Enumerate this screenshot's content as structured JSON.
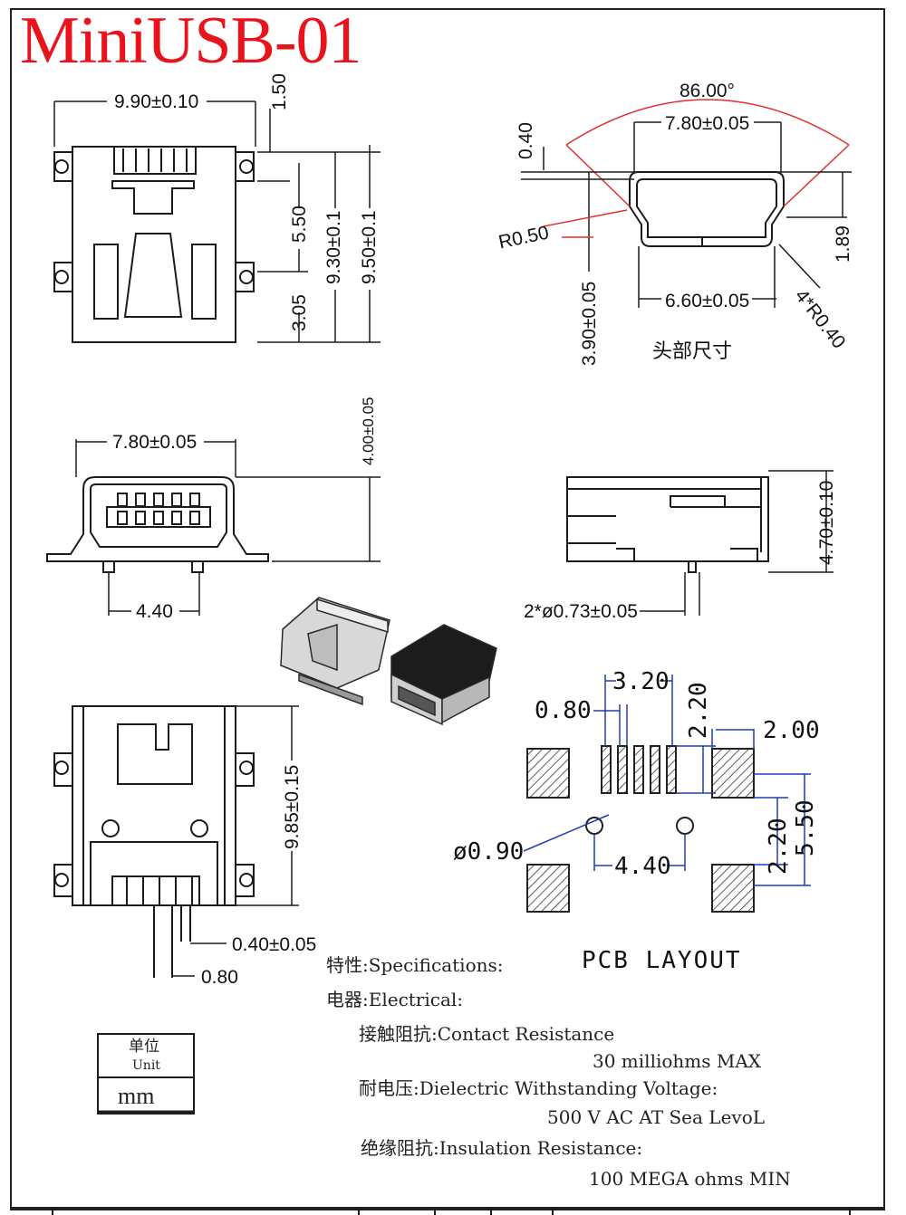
{
  "title": "MiniUSB-01",
  "colors": {
    "title": "#e8131b",
    "dim_line": "#1c1c1c",
    "angle_arc": "#e23030",
    "hatch": "#333333"
  },
  "top_view": {
    "width": "9.90±0.10",
    "tab": "1.50",
    "d1": "5.50",
    "d2": "9.30±0.1",
    "d3": "9.50±0.1",
    "d4": "3.05"
  },
  "head_dims": {
    "angle": "86.00°",
    "top_width": "7.80±0.05",
    "shell": "0.40",
    "radius": "R0.50",
    "height": "1.89",
    "bottom_width": "6.60±0.05",
    "corner_radius": "4*R0.40",
    "depth": "3.90±0.05",
    "caption": "头部尺寸"
  },
  "front_view": {
    "width": "7.80±0.05",
    "height": "4.00±0.05",
    "pin_span": "4.40"
  },
  "side_view": {
    "height": "4.70±0.10",
    "post": "2*ø0.73±0.05"
  },
  "bottom_view": {
    "length": "9.85±0.15",
    "pin_width": "0.40±0.05",
    "pitch": "0.80"
  },
  "pcb": {
    "pitch": "0.80",
    "span": "3.20",
    "pad_len": "2.20",
    "side_pad": "2.00",
    "hole": "ø0.90",
    "hole_span": "4.40",
    "gap": "2.20",
    "total": "5.50",
    "caption": "PCB LAYOUT"
  },
  "specs": {
    "heading": "特性:Specifications:",
    "electrical": "电器:Electrical:",
    "contact_label": "接触阻抗:Contact Resistance",
    "contact_value": "30 milliohms MAX",
    "dielectric_label": "耐电压:Dielectric Withstanding Voltage:",
    "dielectric_value": "500 V AC AT Sea LevoL",
    "insulation_label": "绝缘阻抗:Insulation Resistance:",
    "insulation_value": "100 MEGA ohms MIN"
  },
  "unit_box": {
    "cn": "单位",
    "en": "Unit",
    "value": "mm"
  }
}
